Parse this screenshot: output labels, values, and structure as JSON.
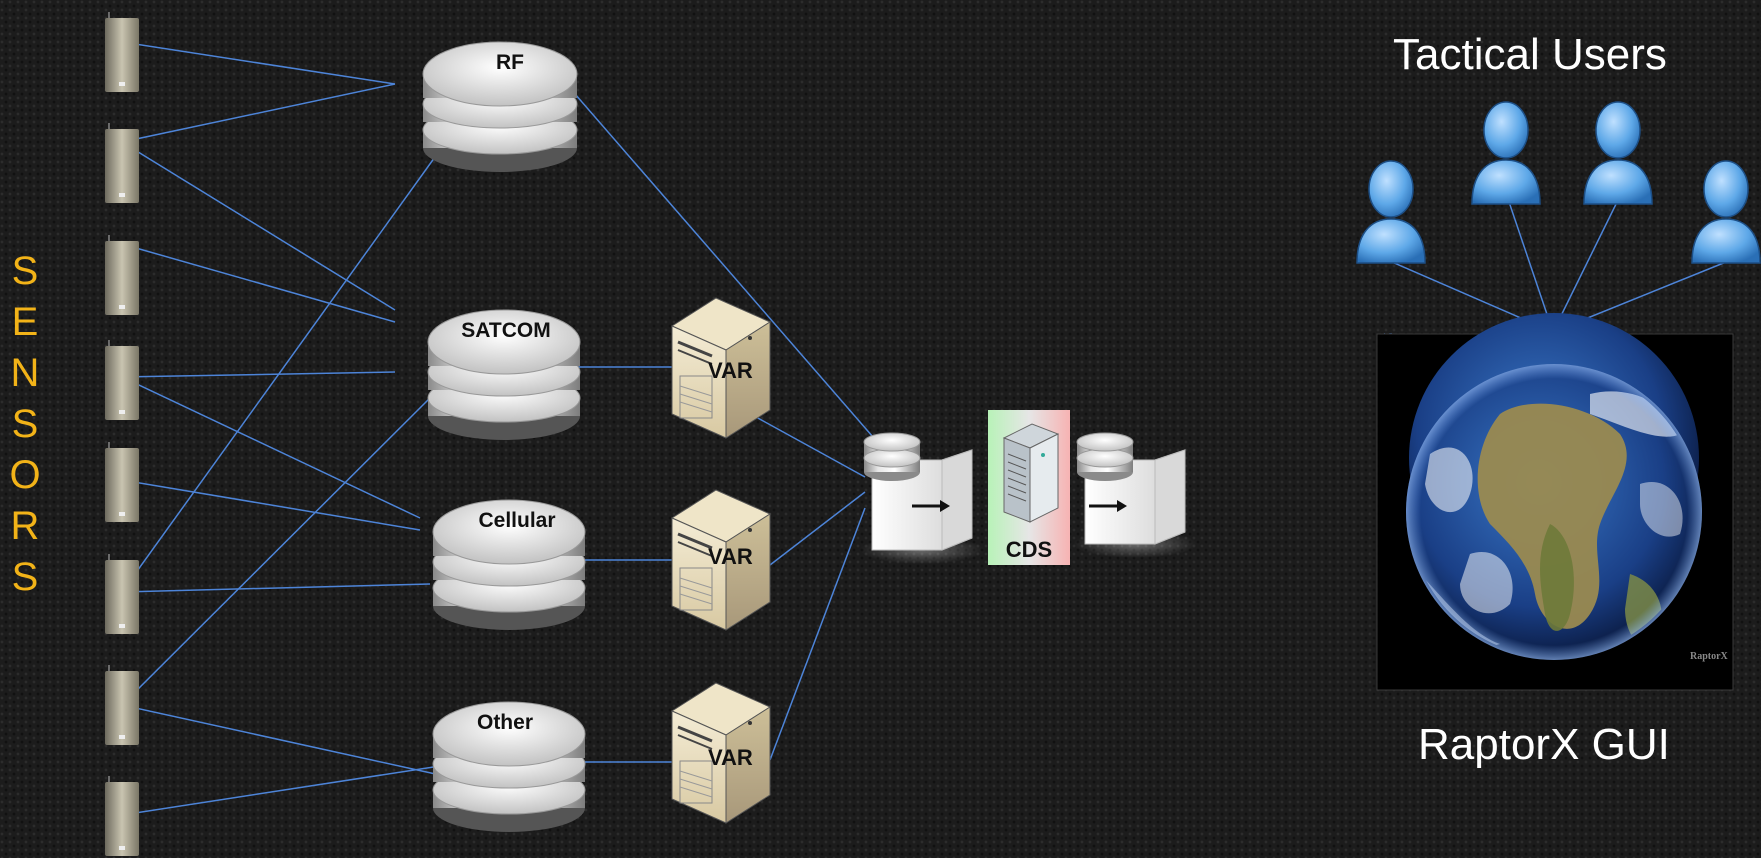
{
  "sensors_label": [
    "S",
    "E",
    "N",
    "S",
    "O",
    "R",
    "S"
  ],
  "hubs": {
    "rf": "RF",
    "satcom": "SATCOM",
    "cellular": "Cellular",
    "other": "Other"
  },
  "var_label": "VAR",
  "cds_label": "CDS",
  "tactical_users": "Tactical Users",
  "gui_label": "RaptorX GUI",
  "globe_watermark": "RaptorX",
  "colors": {
    "background": "#1c1c1c",
    "link": "#4d84d8",
    "sensors_text": "#f2b318",
    "text": "#ffffff"
  }
}
